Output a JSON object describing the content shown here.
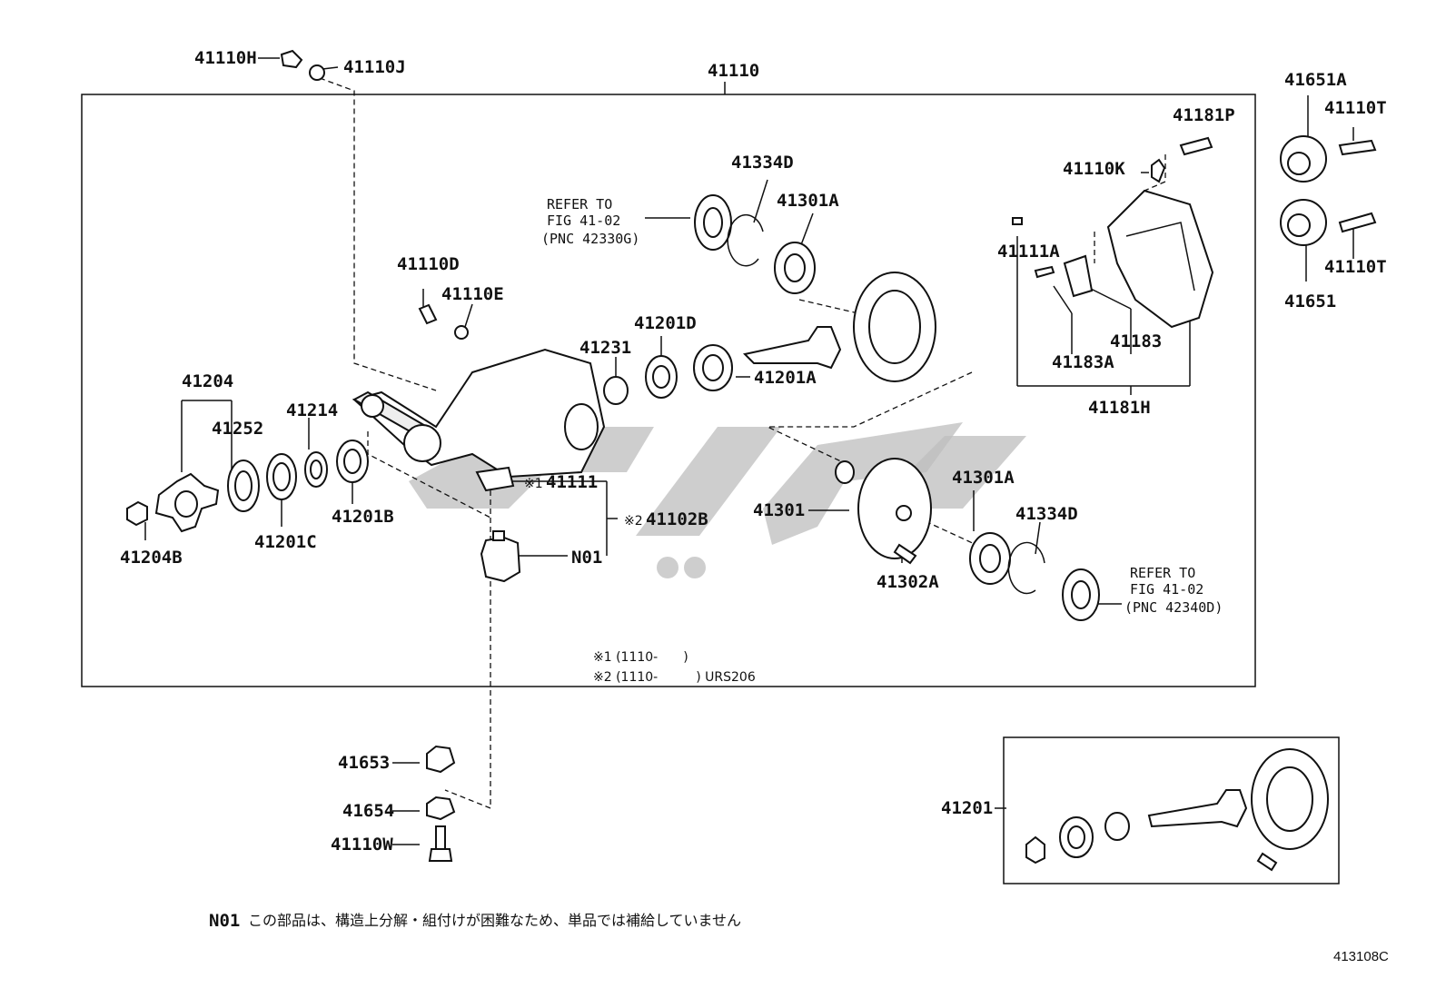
{
  "labels": {
    "p41110": "41110",
    "p41110H": "41110H",
    "p41110J": "41110J",
    "p41110D": "41110D",
    "p41110E": "41110E",
    "p41204": "41204",
    "p41252": "41252",
    "p41214": "41214",
    "p41231": "41231",
    "p41201D": "41201D",
    "p41201A": "41201A",
    "p41201B": "41201B",
    "p41201C": "41201C",
    "p41204B": "41204B",
    "p41334D_top": "41334D",
    "p41301A_top": "41301A",
    "p41111": "41111",
    "p41102B": "41102B",
    "pN01": "N01",
    "p41301": "41301",
    "p41301A_bot": "41301A",
    "p41334D_bot": "41334D",
    "p41302A": "41302A",
    "p41181P": "41181P",
    "p41110K": "41110K",
    "p41111A": "41111A",
    "p41183": "41183",
    "p41183A": "41183A",
    "p41181H": "41181H",
    "p41651A": "41651A",
    "p41110T_1": "41110T",
    "p41110T_2": "41110T",
    "p41651": "41651",
    "p41653": "41653",
    "p41654": "41654",
    "p41110W": "41110W",
    "p41201": "41201"
  },
  "refs": {
    "top": {
      "line1": "REFER TO",
      "line2": "FIG 41-02",
      "line3": "(PNC 42330G)"
    },
    "bottom": {
      "line1": "REFER TO",
      "line2": "FIG 41-02",
      "line3": "(PNC 42340D)"
    }
  },
  "marks": {
    "m1": "※1",
    "m2": "※2"
  },
  "notes": {
    "note1": "※1 (1110-　　)",
    "note2": "※2 (1110-　　　) URS206"
  },
  "footnote": {
    "code": "N01",
    "text": "この部品は、構造上分解・組付けが困難なため、単品では補給していません"
  },
  "diagram_code": "413108C"
}
